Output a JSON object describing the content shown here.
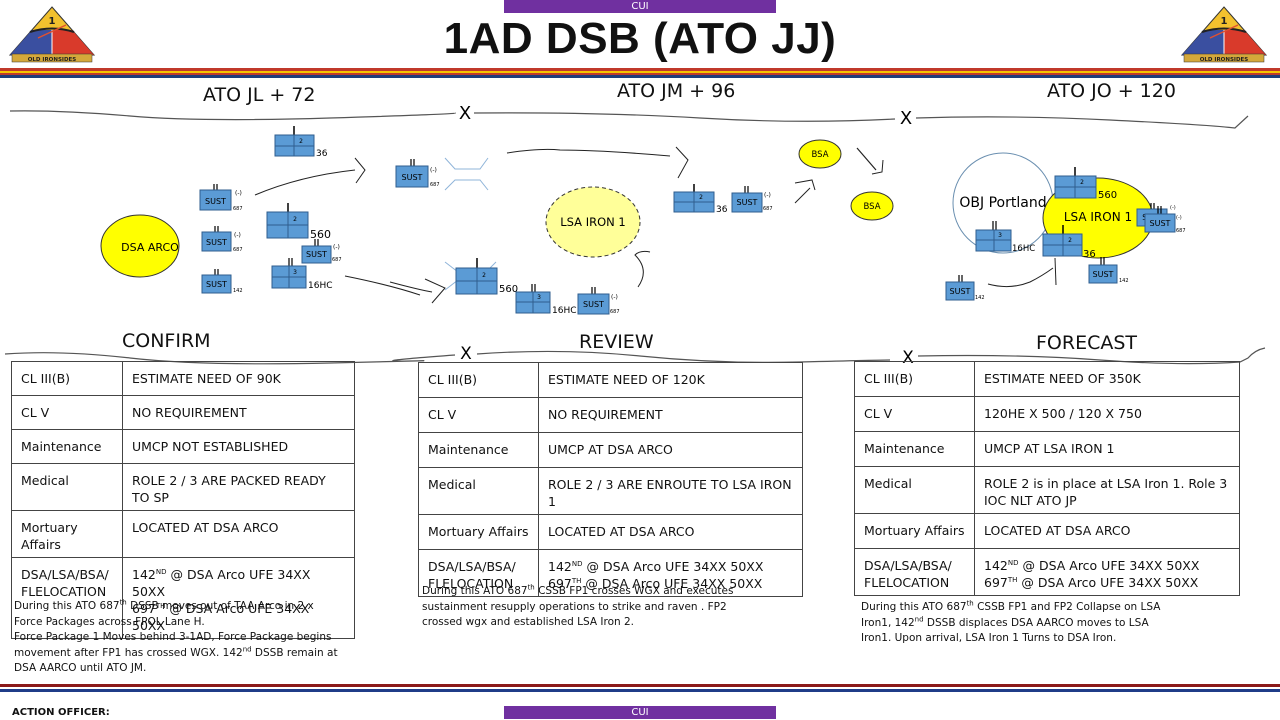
{
  "banner": {
    "top": "CUI",
    "bottom": "CUI"
  },
  "header": {
    "title": "1AD DSB (ATO JJ)",
    "logo_left_text": "OLD IRONSIDES",
    "logo_right_text": "OLD IRONSIDES",
    "logo_number": "1"
  },
  "colors": {
    "cui": "#7030a0",
    "unit_fill": "#5b9bd5",
    "area_fill": "#ffff00",
    "stripe_red": "#c0392b",
    "stripe_yellow": "#f5c400",
    "stripe_blue": "#1f3c7a",
    "stripe_bot_red": "#8b1a1a",
    "stripe_bot_blue": "#1f3c88"
  },
  "phases": [
    {
      "label": "ATO JL + 72"
    },
    {
      "label": "ATO JM + 96"
    },
    {
      "label": "ATO JO + 120"
    }
  ],
  "phase_marker": "X",
  "map": {
    "areas": {
      "dsa_arco": "DSA ARCO",
      "lsa_iron1_planned": "LSA IRON 1",
      "bsa_1": "BSA",
      "bsa_2": "BSA",
      "obj_portland": "OBJ Portland",
      "lsa_iron1": "LSA IRON 1"
    },
    "units": {
      "sust": "SUST",
      "minus": "(-)",
      "u687": "687",
      "u142": "142",
      "bn2": "2",
      "bn3": "3",
      "l36": "36",
      "l560": "560",
      "l16hc": "16HC"
    }
  },
  "sections": [
    {
      "label": "CONFIRM",
      "rows": [
        {
          "key": "CL III(B)",
          "value": "ESTIMATE NEED OF 90K"
        },
        {
          "key": "CL V",
          "value": "NO REQUIREMENT"
        },
        {
          "key": "Maintenance",
          "value": "UMCP NOT ESTABLISHED"
        },
        {
          "key": "Medical",
          "value": "ROLE 2 / 3 ARE PACKED READY TO SP"
        },
        {
          "key": "Mortuary Affairs",
          "value": "LOCATED AT DSA ARCO"
        },
        {
          "key": "DSA/LSA/BSA/ FLELOCATION",
          "value_line1_num": "142",
          "value_line1_sup": "ND",
          "value_line1_rest": " @ DSA Arco UFE 34XX 50XX",
          "value_line2_num": "697",
          "value_line2_sup": "TH",
          "value_line2_rest": " @ DSA Arco UFE 34XX 50XX"
        }
      ],
      "note": {
        "p1a": "During this ATO 687",
        "p1sup": "th",
        "p1b": " DSSB moves out of TAA Arco in 2 x Force Packages across FPOL Lane H.",
        "p2a": "Force Package 1 Moves behind 3-1AD, Force Package begins movement after FP1 has crossed WGX. 142",
        "p2sup": "nd",
        "p2b": " DSSB remain at DSA AARCO until ATO JM."
      }
    },
    {
      "label": "REVIEW",
      "rows": [
        {
          "key": "CL III(B)",
          "value": "ESTIMATE NEED OF 120K"
        },
        {
          "key": "CL V",
          "value": "NO REQUIREMENT"
        },
        {
          "key": "Maintenance",
          "value": "UMCP AT DSA ARCO"
        },
        {
          "key": "Medical",
          "value": "ROLE 2 / 3 ARE ENROUTE TO LSA IRON 1"
        },
        {
          "key": "Mortuary Affairs",
          "value": "LOCATED AT DSA ARCO"
        },
        {
          "key": "DSA/LSA/BSA/ FLELOCATION",
          "value_line1_num": "142",
          "value_line1_sup": "ND",
          "value_line1_rest": " @ DSA Arco UFE 34XX 50XX",
          "value_line2_num": "697",
          "value_line2_sup": "TH",
          "value_line2_rest": " @ DSA Arco UFE 34XX 50XX"
        }
      ],
      "note": {
        "p1a": "During this ATO 687",
        "p1sup": "th",
        "p1b": " CSSB FP1 crosses WGX and executes sustainment resupply operations to strike and raven . FP2 crossed wgx and established LSA Iron 2."
      }
    },
    {
      "label": "FORECAST",
      "rows": [
        {
          "key": "CL III(B)",
          "value": "ESTIMATE NEED OF 350K"
        },
        {
          "key": "CL V",
          "value": "120HE X 500 / 120 X 750"
        },
        {
          "key": "Maintenance",
          "value": "UMCP AT LSA IRON 1"
        },
        {
          "key": "Medical",
          "value": "ROLE 2 is in place at LSA Iron 1. Role 3 IOC NLT ATO JP"
        },
        {
          "key": "Mortuary Affairs",
          "value": "LOCATED AT DSA ARCO"
        },
        {
          "key": "DSA/LSA/BSA/ FLELOCATION",
          "value_line1_num": "142",
          "value_line1_sup": "ND",
          "value_line1_rest": " @ DSA Arco UFE 34XX 50XX",
          "value_line2_num": "697",
          "value_line2_sup": "TH",
          "value_line2_rest": " @ DSA Arco UFE 34XX 50XX"
        }
      ],
      "note": {
        "p1a": "During this ATO 687",
        "p1sup": "th",
        "p1b": " CSSB FP1 and FP2 Collapse on LSA Iron1, 142",
        "p1sup2": "nd",
        "p1c": " DSSB displaces DSA AARCO moves to LSA Iron1. Upon arrival, LSA Iron 1 Turns to DSA Iron."
      }
    }
  ],
  "footer": {
    "action_officer": "ACTION OFFICER:"
  }
}
